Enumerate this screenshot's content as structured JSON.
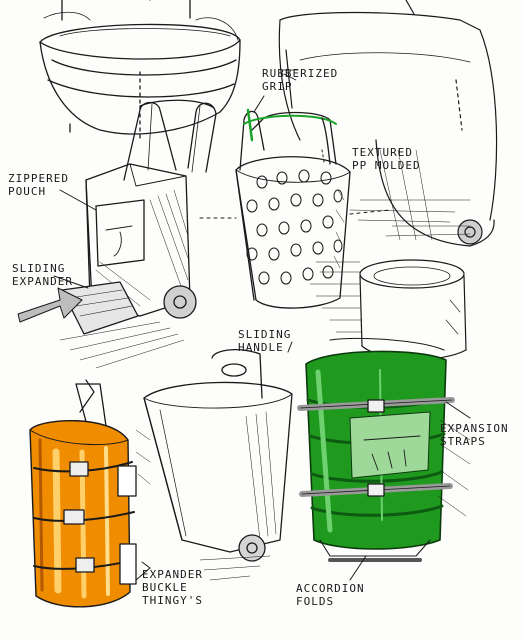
{
  "labels": {
    "rubberized_grip": [
      "RUBBERIZED",
      "GRIP"
    ],
    "textured_pp_molded": [
      "TEXTURED",
      "PP MOLDED"
    ],
    "zippered_pouch": [
      "ZIPPERED",
      "POUCH"
    ],
    "sliding_expander": [
      "SLIDING",
      "EXPANDER"
    ],
    "sliding_handle": [
      "SLIDING",
      "HANDLE"
    ],
    "expansion_straps": [
      "EXPANSION",
      "STRAPS"
    ],
    "expander_buckle": [
      "EXPANDER",
      "BUCKLE",
      "THINGY'S"
    ],
    "accordion_folds": [
      "ACCORDION",
      "FOLDS"
    ]
  },
  "colors": {
    "ink": "#1a1a1a",
    "marker_orange": "#f08c00",
    "marker_orange_light": "#ffcf6a",
    "marker_green": "#1f9a1f",
    "marker_green_dark": "#0d5a12",
    "marker_gray": "#b9b9b9"
  }
}
